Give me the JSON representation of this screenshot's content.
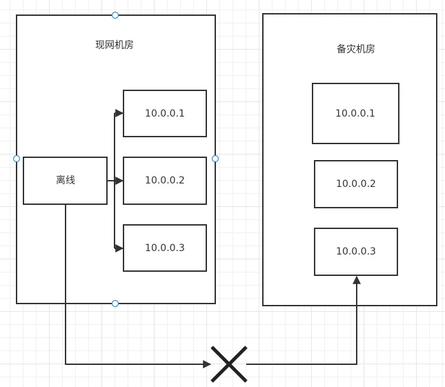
{
  "diagram": {
    "primary_site": {
      "title": "现网机房",
      "offline_node": "离线",
      "servers": [
        "10.0.0.1",
        "10.0.0.2",
        "10.0.0.3"
      ]
    },
    "backup_site": {
      "title": "备灾机房",
      "servers": [
        "10.0.0.1",
        "10.0.0.2",
        "10.0.0.3"
      ]
    },
    "edges": [
      {
        "from": "离线",
        "to": "现网机房/10.0.0.1",
        "style": "arrow"
      },
      {
        "from": "离线",
        "to": "现网机房/10.0.0.2",
        "style": "arrow"
      },
      {
        "from": "离线",
        "to": "现网机房/10.0.0.3",
        "style": "arrow"
      },
      {
        "from": "离线",
        "to": "备灾机房/10.0.0.3",
        "style": "arrow",
        "blocked": true,
        "block_icon": "x-mark-icon"
      }
    ],
    "colors": {
      "stroke": "#333333",
      "selection_handle": "#2f8fd8",
      "grid": "#e6e6e6"
    }
  }
}
